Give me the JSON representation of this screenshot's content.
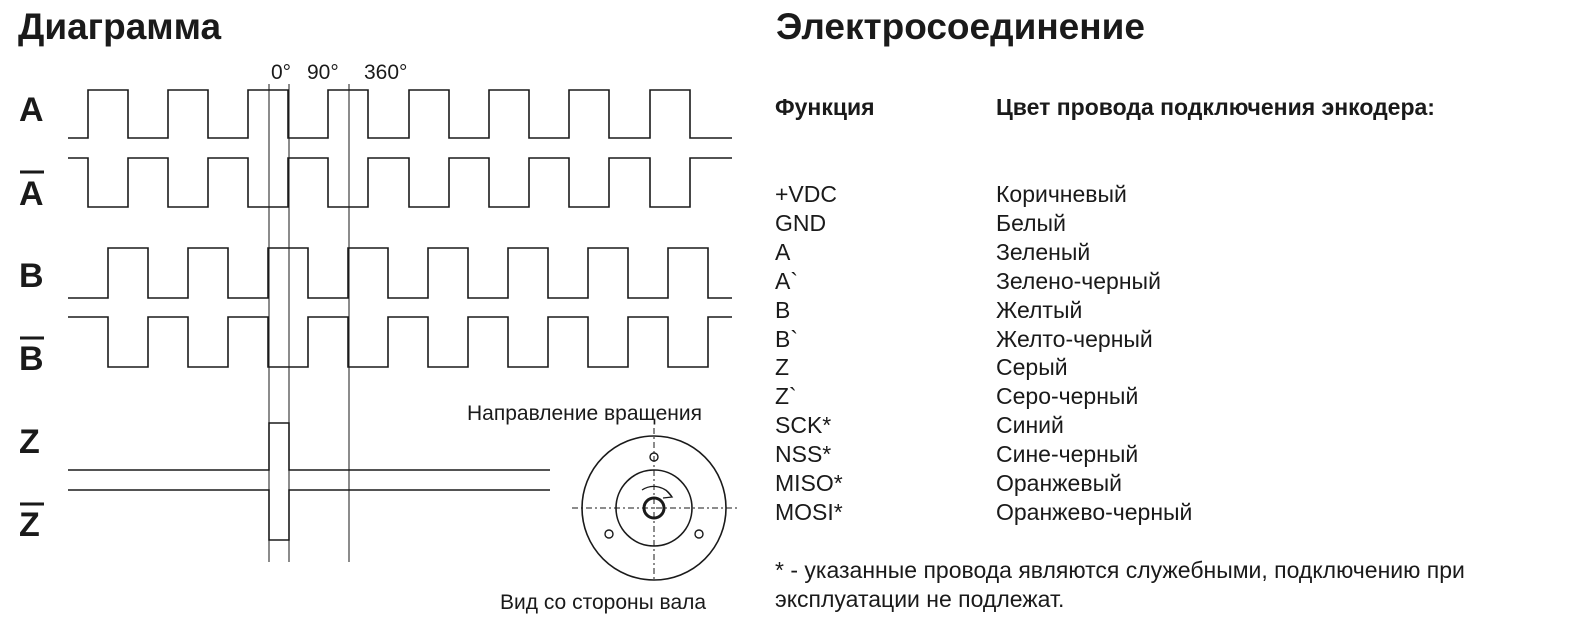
{
  "diagram": {
    "title": "Диаграмма",
    "degree_labels": [
      "0°",
      "90°",
      "360°"
    ],
    "signals": [
      {
        "name": "A",
        "overline": false
      },
      {
        "name": "A",
        "overline": true
      },
      {
        "name": "B",
        "overline": false
      },
      {
        "name": "B",
        "overline": true
      },
      {
        "name": "Z",
        "overline": false
      },
      {
        "name": "Z",
        "overline": true
      }
    ],
    "rotation_caption": "Направление вращения",
    "shaft_caption": "Вид со стороны вала"
  },
  "connection": {
    "title": "Электросоединение",
    "col_function": "Функция",
    "col_color": "Цвет провода подключения энкодера:",
    "rows": [
      {
        "function": "+VDC",
        "color": "Коричневый"
      },
      {
        "function": "GND",
        "color": "Белый"
      },
      {
        "function": "A",
        "color": "Зеленый"
      },
      {
        "function": "A`",
        "color": "Зелено-черный"
      },
      {
        "function": "B",
        "color": "Желтый"
      },
      {
        "function": "B`",
        "color": "Желто-черный"
      },
      {
        "function": "Z",
        "color": "Серый"
      },
      {
        "function": "Z`",
        "color": "Серо-черный"
      },
      {
        "function": "SCK*",
        "color": "Синий"
      },
      {
        "function": "NSS*",
        "color": "Сине-черный"
      },
      {
        "function": "MISO*",
        "color": "Оранжевый"
      },
      {
        "function": "MOSI*",
        "color": "Оранжево-черный"
      }
    ],
    "note": "* - указанные провода являются служебными, подключению при эксплуатации не подлежат."
  }
}
